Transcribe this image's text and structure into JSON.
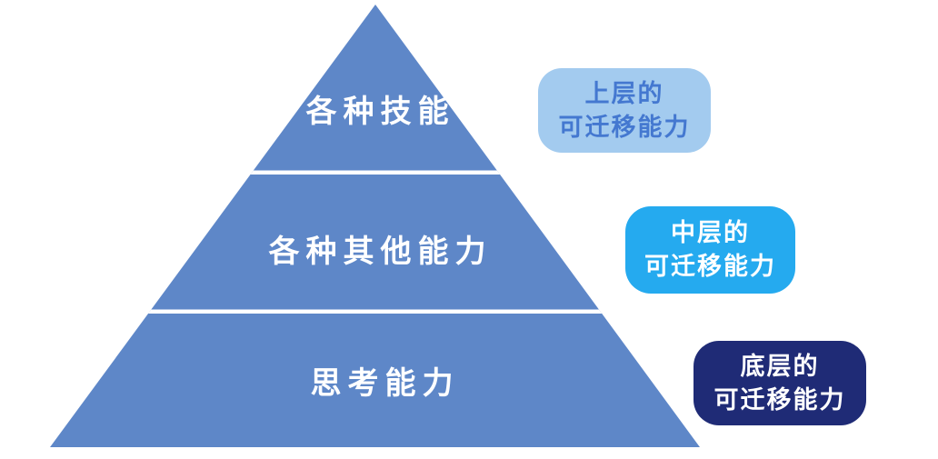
{
  "page": {
    "background": "#ffffff"
  },
  "pyramid": {
    "fill": "#5E87C8",
    "divider_color": "#ffffff",
    "text_color": "#ffffff",
    "tiers": [
      {
        "label": "各种技能"
      },
      {
        "label": "各种其他能力"
      },
      {
        "label": "思考能力"
      }
    ]
  },
  "callouts": [
    {
      "lines": [
        "上层的",
        "可迁移能力"
      ],
      "bg": "#A3CBEF",
      "text_color": "#4478D0"
    },
    {
      "lines": [
        "中层的",
        "可迁移能力"
      ],
      "bg": "#25AAEF",
      "text_color": "#ffffff"
    },
    {
      "lines": [
        "底层的",
        "可迁移能力"
      ],
      "bg": "#1F2B76",
      "text_color": "#ffffff"
    }
  ]
}
